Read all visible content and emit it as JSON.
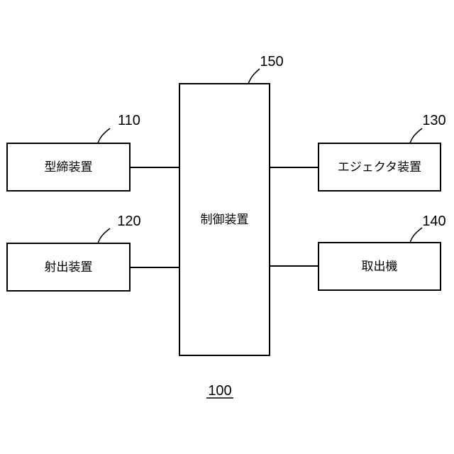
{
  "figure": {
    "reference": "100"
  },
  "blocks": {
    "mold_clamping": {
      "label": "型締装置",
      "ref": "110"
    },
    "injection": {
      "label": "射出装置",
      "ref": "120"
    },
    "ejector": {
      "label": "エジェクタ装置",
      "ref": "130"
    },
    "take_out": {
      "label": "取出機",
      "ref": "140"
    },
    "controller": {
      "label": "制御装置",
      "ref": "150"
    }
  }
}
